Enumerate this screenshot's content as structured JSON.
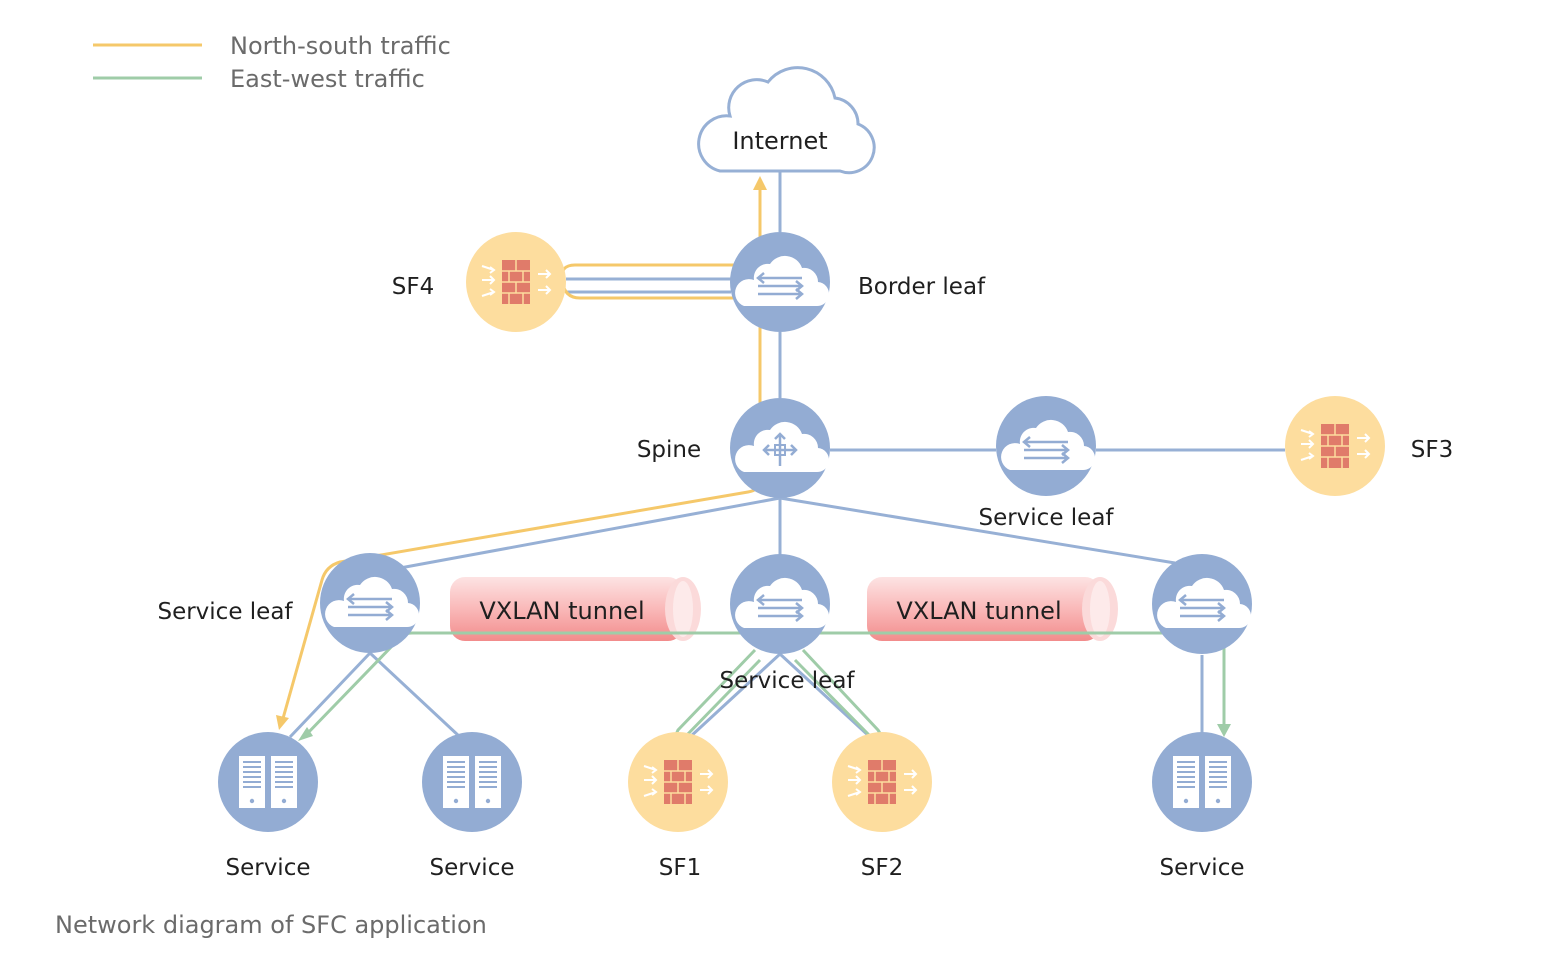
{
  "legend": [
    {
      "label": "North-south traffic",
      "color": "#f5c86a"
    },
    {
      "label": "East-west traffic",
      "color": "#9fcca8"
    }
  ],
  "nodes": {
    "internet": "Internet",
    "border_leaf": "Border leaf",
    "spine": "Spine",
    "service_leaf_right": "Service leaf",
    "service_leaf_left": "Service leaf",
    "service_leaf_center": "Service leaf",
    "sf1": "SF1",
    "sf2": "SF2",
    "sf3": "SF3",
    "sf4": "SF4",
    "service_1": "Service",
    "service_2": "Service",
    "service_3": "Service"
  },
  "tunnels": [
    "VXLAN tunnel",
    "VXLAN tunnel"
  ],
  "caption": "Network diagram of SFC application",
  "colors": {
    "node_blue": "#93acd3",
    "sf_yellow": "#fddd9e",
    "firewall_red": "#e07b6a",
    "link_blue": "#97b0d5",
    "north_south": "#f5c86a",
    "east_west": "#9fcca8",
    "tunnel_red": "#f7a3a3"
  }
}
